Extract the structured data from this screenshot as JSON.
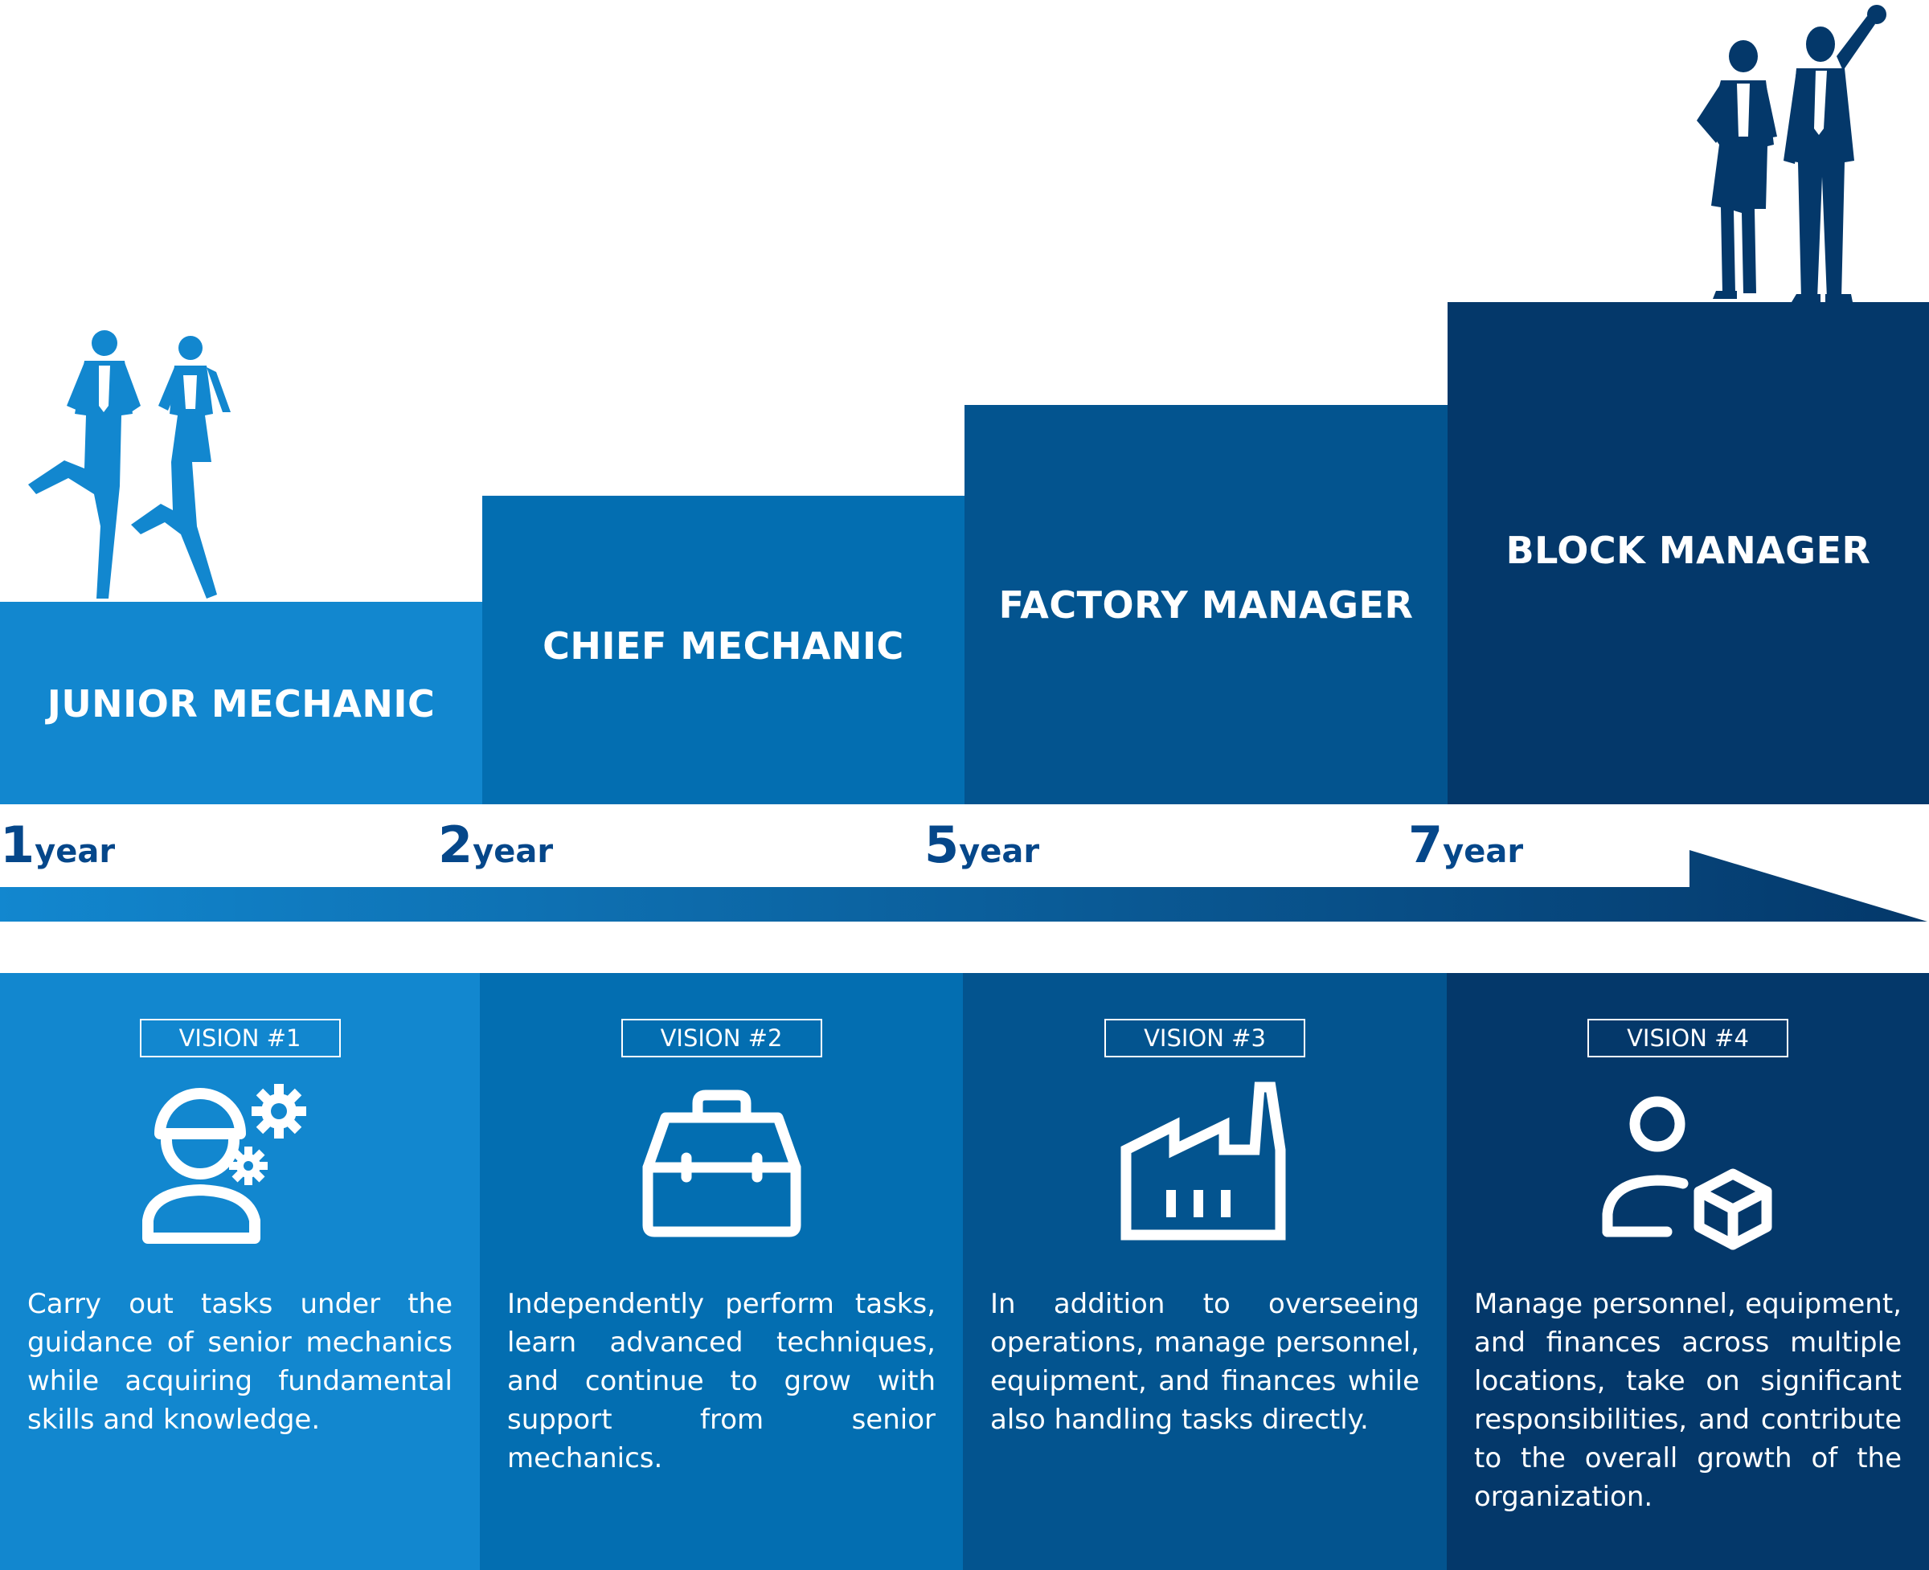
{
  "steps": [
    {
      "title": "JUNIOR MECHANIC",
      "color": "#1287cf"
    },
    {
      "title": "CHIEF MECHANIC",
      "color": "#036eb1"
    },
    {
      "title": "FACTORY MANAGER",
      "color": "#03548f"
    },
    {
      "title": "BLOCK MANAGER",
      "color": "#04386a"
    }
  ],
  "timeline": [
    {
      "number": "1",
      "unit": "year"
    },
    {
      "number": "2",
      "unit": "year"
    },
    {
      "number": "5",
      "unit": "year"
    },
    {
      "number": "7",
      "unit": "year"
    }
  ],
  "visions": [
    {
      "badge": "VISION #1",
      "icon": "mechanic-with-gears-icon",
      "text": "Carry out tasks under the guidance of senior mechanics while acquiring fundamental skills and knowledge."
    },
    {
      "badge": "VISION #2",
      "icon": "toolbox-icon",
      "text": "Independently perform tasks, learn advanced techniques, and continue to grow with support from senior mechanics."
    },
    {
      "badge": "VISION #3",
      "icon": "factory-icon",
      "text": "In addition to overseeing operations, manage personnel, equipment, and finances while also handling tasks directly."
    },
    {
      "badge": "VISION #4",
      "icon": "person-with-box-icon",
      "text": "Manage personnel, equipment, and finances across multiple locations, take on significant responsibilities, and contribute to the overall growth of the organization."
    }
  ],
  "colors": {
    "accent_light": "#1287cf",
    "accent_mid": "#036eb1",
    "accent_dark": "#03548f",
    "accent_darkest": "#04386a",
    "year_text": "#05478a"
  }
}
